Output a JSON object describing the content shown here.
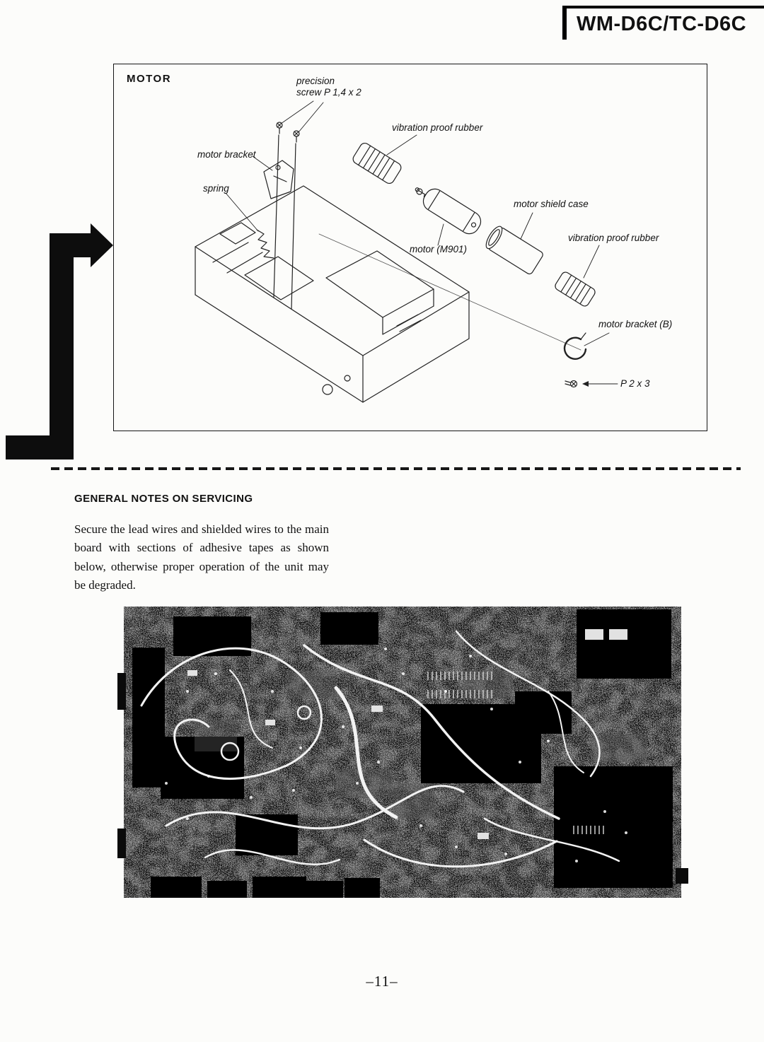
{
  "page": {
    "model_title": "WM-D6C/TC-D6C",
    "page_number": "–11–"
  },
  "motor_section": {
    "title": "MOTOR",
    "labels": {
      "precision_line1": "precision",
      "precision_line2": "screw P 1,4 x 2",
      "vibration_rubber_1": "vibration proof rubber",
      "motor_bracket": "motor bracket",
      "spring": "spring",
      "motor_shield_case": "motor shield case",
      "motor": "motor (M901)",
      "vibration_rubber_2": "vibration proof rubber",
      "motor_bracket_b": "motor bracket (B)",
      "screw_p2x3": "P 2 x 3"
    }
  },
  "servicing_notes": {
    "heading": "GENERAL NOTES ON SERVICING",
    "body": "Secure the lead wires and shielded wires to the main board with sections of adhesive tapes as shown below, otherwise proper operation of the unit may be degraded."
  },
  "colors": {
    "ink": "#111111",
    "paper": "#fcfcfa"
  }
}
